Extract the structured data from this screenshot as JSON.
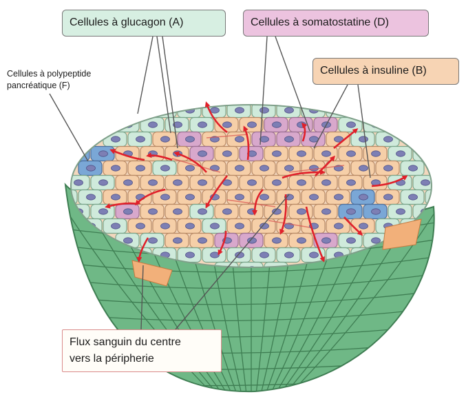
{
  "labels": {
    "glucagon": "Cellules à glucagon (A)",
    "somatostatine": "Cellules à somatostatine (D)",
    "insuline": "Cellules à insuline (B)",
    "polypeptide_line1": "Cellules à polypeptide",
    "polypeptide_line2": "pancréatique (F)",
    "flux_line1": "Flux sanguin du centre",
    "flux_line2": "vers la péripherie"
  },
  "colors": {
    "alpha_cell": "#cfeadb",
    "beta_cell": "#f6cfa8",
    "delta_cell": "#d8a8cc",
    "pp_cell": "#7aa7d6",
    "nucleus": "#7d7fb4",
    "base_green": "#6fb886",
    "arrow": "#e0202a"
  }
}
